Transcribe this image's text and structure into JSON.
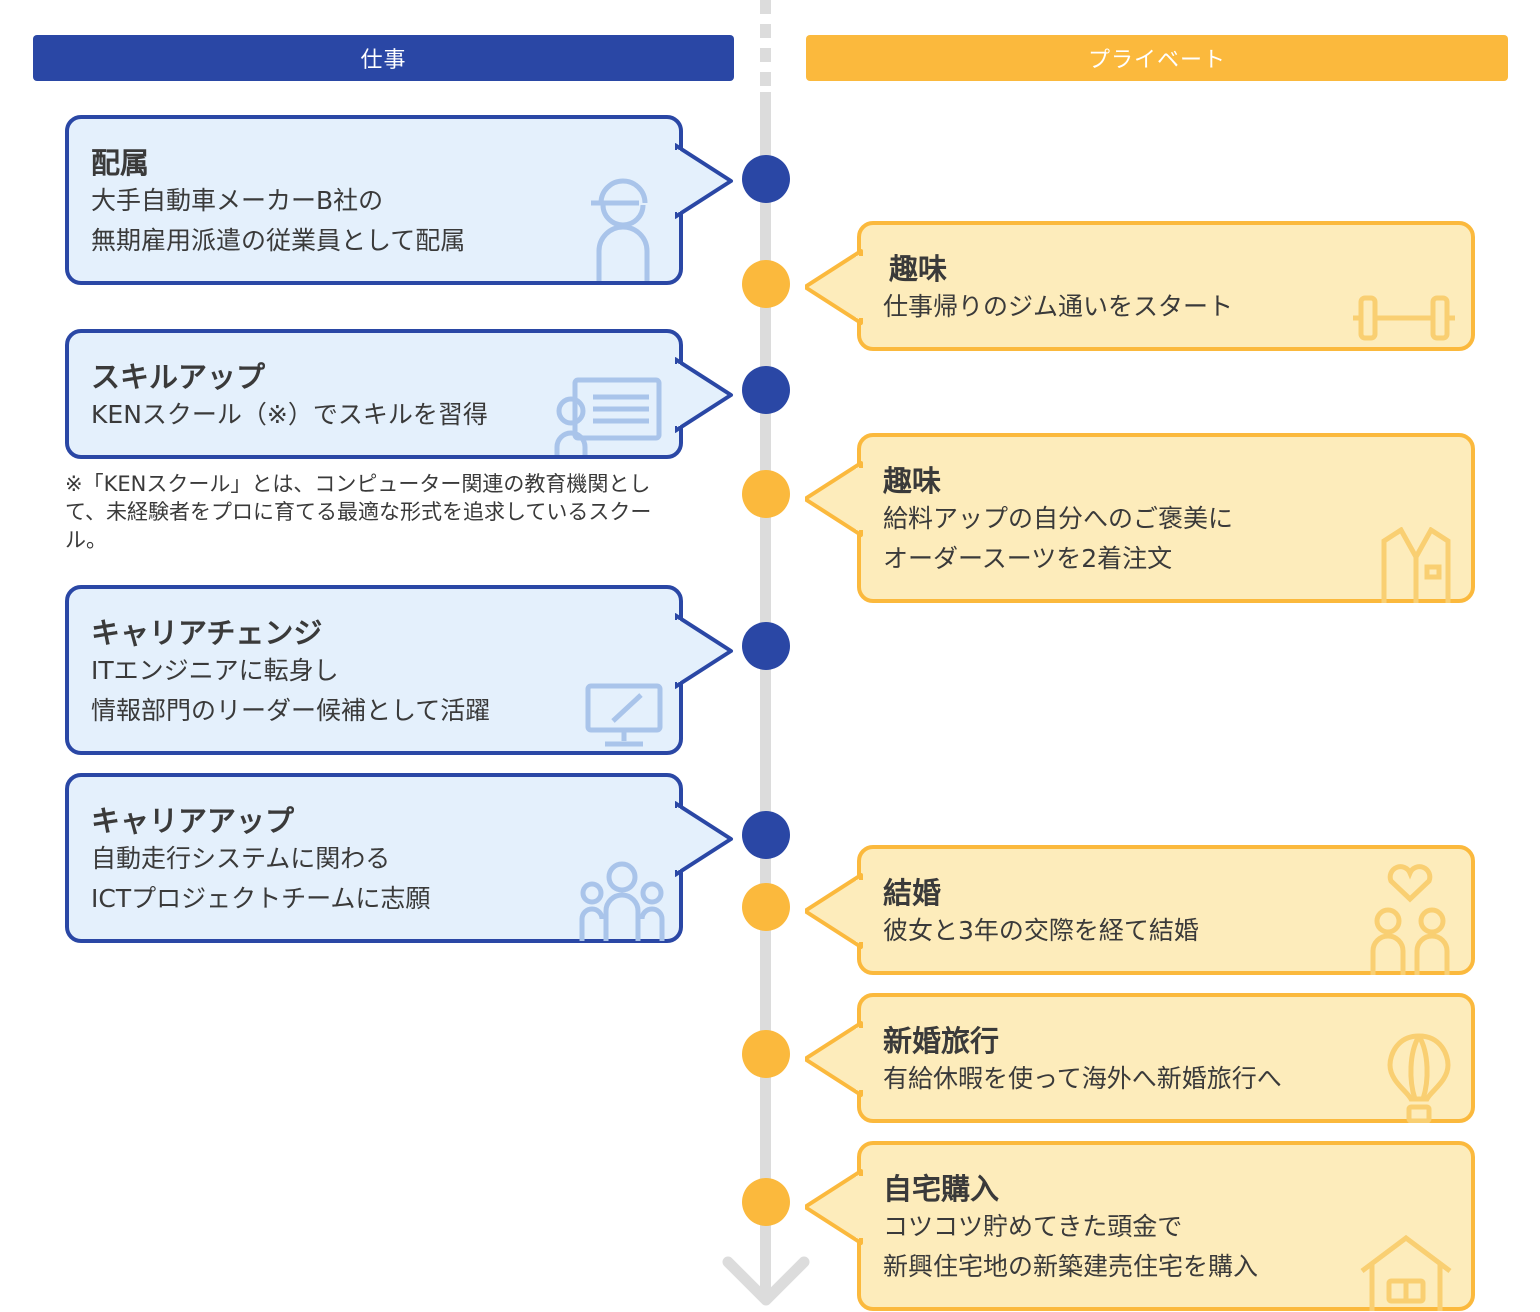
{
  "headers": {
    "work": "仕事",
    "private": "プライベート"
  },
  "work": [
    {
      "title": "配属",
      "lines": [
        "大手自動車メーカーB社の",
        "無期雇用派遣の従業員として配属"
      ],
      "icon": "worker-icon"
    },
    {
      "title": "スキルアップ",
      "lines": [
        "KENスクール（※）でスキルを習得"
      ],
      "icon": "lecture-icon"
    },
    {
      "title": "キャリアチェンジ",
      "lines": [
        "ITエンジニアに転身し",
        "情報部門のリーダー候補として活躍"
      ],
      "icon": "monitor-icon"
    },
    {
      "title": "キャリアアップ",
      "lines": [
        "自動走行システムに関わる",
        "ICTプロジェクトチームに志願"
      ],
      "icon": "team-icon"
    }
  ],
  "note": "※「KENスクール」とは、コンピューター関連の教育機関として、未経験者をプロに育てる最適な形式を追求しているスクール。",
  "private": [
    {
      "title": "趣味",
      "lines": [
        "仕事帰りのジム通いをスタート"
      ],
      "icon": "dumbbell-icon"
    },
    {
      "title": "趣味",
      "lines": [
        "給料アップの自分へのご褒美に",
        "オーダースーツを2着注文"
      ],
      "icon": "suit-icon"
    },
    {
      "title": "結婚",
      "lines": [
        "彼女と3年の交際を経て結婚"
      ],
      "icon": "couple-heart-icon"
    },
    {
      "title": "新婚旅行",
      "lines": [
        "有給休暇を使って海外へ新婚旅行へ"
      ],
      "icon": "hot-air-balloon-icon"
    },
    {
      "title": "自宅購入",
      "lines": [
        "コツコツ貯めてきた頭金で",
        "新興住宅地の新築建売住宅を購入"
      ],
      "icon": "house-icon"
    }
  ],
  "colors": {
    "work": "#2a47a5",
    "private": "#fbb93d",
    "work_bg": "#e4f0fc",
    "private_bg": "#fdecbb",
    "line": "#dcdcdc"
  }
}
